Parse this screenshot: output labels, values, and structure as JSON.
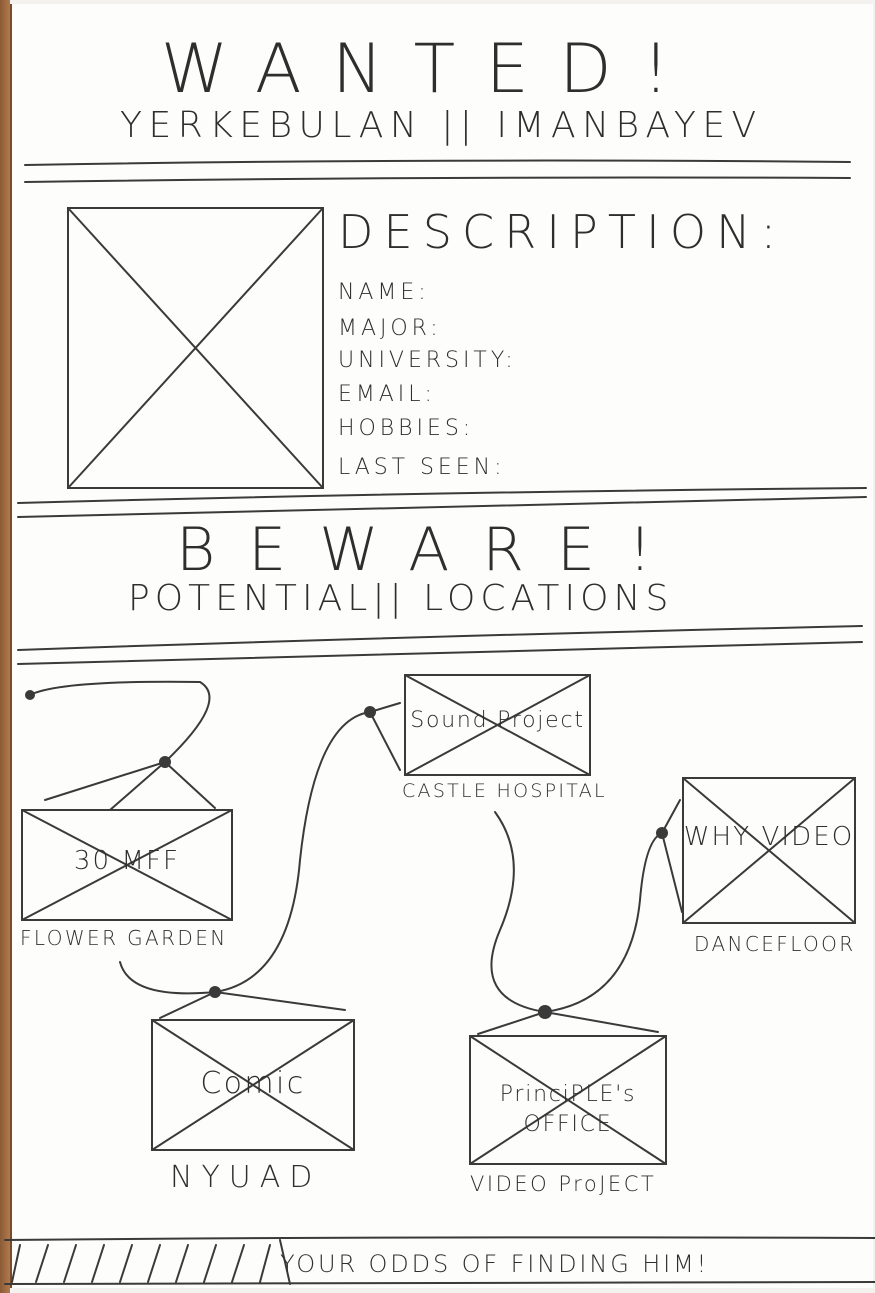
{
  "header": {
    "title": "WANTED!",
    "subtitle": "YERKEBULAN || IMANBAYEV"
  },
  "description": {
    "heading": "DESCRIPTION:",
    "fields": [
      "NAME:",
      "MAJOR:",
      "UNIVERSITY:",
      "EMAIL:",
      "HOBBIES:",
      "LAST SEEN:"
    ]
  },
  "beware": {
    "title": "BEWARE!",
    "subtitle": "POTENTIAL|| LOCATIONS"
  },
  "locations": [
    {
      "box_text": "30 MFF",
      "label": "FLOWER GARDEN"
    },
    {
      "box_text": "Sound Project",
      "label": "CASTLE HOSPITAL"
    },
    {
      "box_text": "WHY VIDEO",
      "label": "DANCEFLOOR"
    },
    {
      "box_text": "Comic",
      "label": "NYUAD"
    },
    {
      "box_text": "PrinciPLE's OFFICE",
      "label": "VIDEO ProJECT"
    }
  ],
  "footer": {
    "progress_text": "YOUR ODDS OF FINDING HIM!"
  },
  "colors": {
    "ink": "#2e2e2e",
    "paper": "#fdfdfc"
  }
}
